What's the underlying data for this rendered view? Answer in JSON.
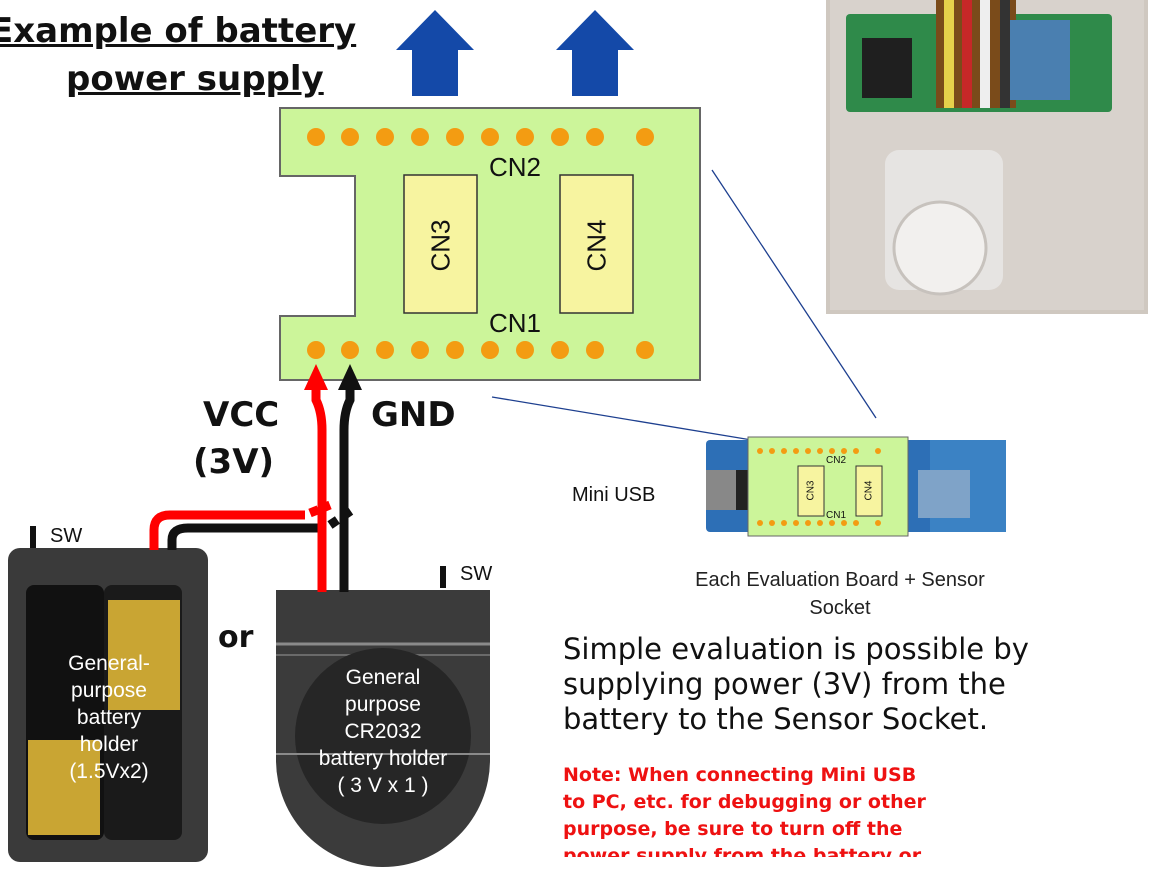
{
  "title": {
    "line1": "Example of battery",
    "line2": "power supply"
  },
  "board": {
    "cn1": "CN1",
    "cn2": "CN2",
    "cn3": "CN3",
    "cn4": "CN4",
    "pad_color": "#f39c12",
    "board_color": "#ccf59a"
  },
  "power": {
    "vcc_line1": "VCC",
    "vcc_line2": "(3V)",
    "gnd": "GND",
    "vcc_color": "#ff0000",
    "gnd_color": "#111111"
  },
  "switch_label_left": "SW",
  "switch_label_right": "SW",
  "holder_aa": {
    "line1": "General-",
    "line2": "purpose",
    "line3": "battery",
    "line4": "holder",
    "line5": "(1.5Vx2)"
  },
  "or_label": "or",
  "holder_cr": {
    "line1": "General",
    "line2": "purpose",
    "line3": "CR2032",
    "line4": "battery holder",
    "line5": "( 3 V x 1 )"
  },
  "mini_board": {
    "cn1": "CN1",
    "cn2": "CN2",
    "cn3": "CN3",
    "cn4": "CN4",
    "usb_label": "Mini USB"
  },
  "caption": {
    "line1": "Each Evaluation Board + Sensor",
    "line2": "Socket"
  },
  "description": {
    "line1": "Simple evaluation is possible by",
    "line2": "supplying power (3V) from the",
    "line3": "battery to the Sensor Socket."
  },
  "note": {
    "line1": "Note: When connecting Mini USB",
    "line2": "to PC, etc. for debugging or other",
    "line3": "purpose, be sure to turn off the",
    "line4": "power supply from the battery or"
  },
  "arrow_color": "#1449a8",
  "icons": [
    "up-arrow-icon",
    "photo-image"
  ]
}
